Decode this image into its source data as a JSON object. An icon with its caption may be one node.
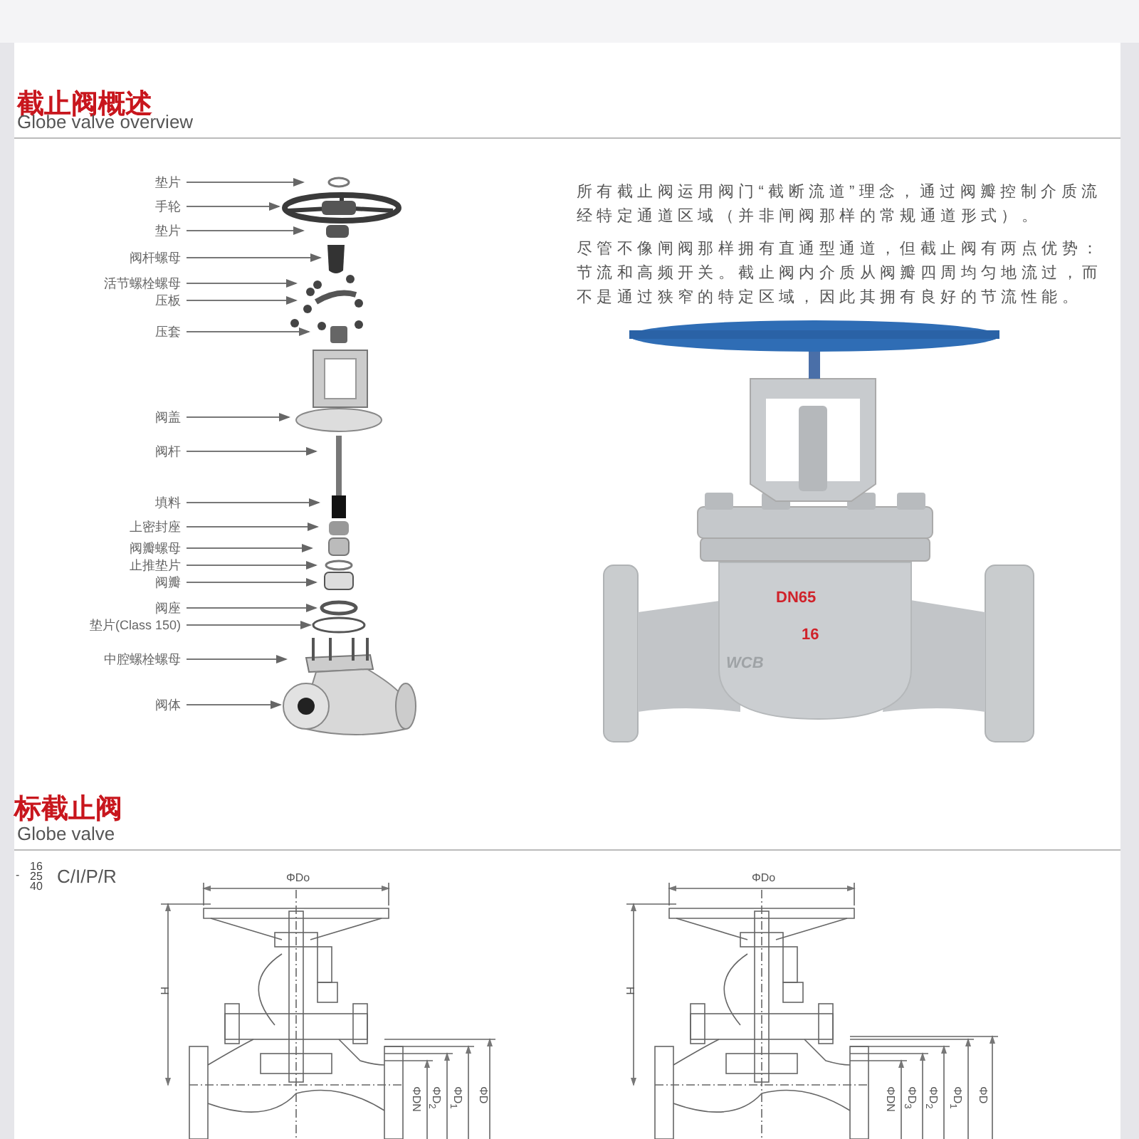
{
  "diagram": {
    "nodes": [
      {
        "text": [
          "垫片"
        ]
      },
      {
        "text": [
          "手轮"
        ]
      },
      {
        "text": [
          "垫片"
        ]
      },
      {
        "text": [
          "阀杆螺母"
        ]
      },
      {
        "text": [
          "活节螺栓螺母"
        ]
      },
      {
        "text": [
          "压板"
        ]
      },
      {
        "text": [
          "压套"
        ]
      },
      {
        "text": [
          "阀盖"
        ]
      },
      {
        "text": [
          "阀杆"
        ]
      },
      {
        "text": [
          "填料"
        ]
      },
      {
        "text": [
          "上密封座"
        ]
      },
      {
        "text": [
          "阀瓣螺母"
        ]
      },
      {
        "text": [
          "止推垫片"
        ]
      },
      {
        "text": [
          "阀瓣"
        ]
      },
      {
        "text": [
          "阀座"
        ]
      },
      {
        "text": [
          "垫片(Class 150)"
        ]
      },
      {
        "text": [
          "中腔螺栓螺母"
        ]
      },
      {
        "text": [
          "阀体"
        ]
      },
      {
        "text": [],
        "shape": "picture"
      }
    ],
    "edges": [
      {
        "from": 0,
        "to": 18,
        "arrow": "to"
      },
      {
        "from": 1,
        "to": 18,
        "arrow": "to"
      },
      {
        "from": 2,
        "to": 18,
        "arrow": "to"
      },
      {
        "from": 3,
        "to": 18,
        "arrow": "to"
      },
      {
        "from": 4,
        "to": 18,
        "arrow": "to"
      },
      {
        "from": 5,
        "to": 18,
        "arrow": "to"
      },
      {
        "from": 6,
        "to": 18,
        "arrow": "to"
      },
      {
        "from": 7,
        "to": 18,
        "arrow": "to"
      },
      {
        "from": 8,
        "to": 18,
        "arrow": "to"
      },
      {
        "from": 9,
        "to": 18,
        "arrow": "to"
      },
      {
        "from": 10,
        "to": 18,
        "arrow": "to"
      },
      {
        "from": 11,
        "to": 18,
        "arrow": "to"
      },
      {
        "from": 12,
        "to": 18,
        "arrow": "to"
      },
      {
        "from": 13,
        "to": 18,
        "arrow": "to"
      },
      {
        "from": 14,
        "to": 18,
        "arrow": "to"
      },
      {
        "from": 15,
        "to": 18,
        "arrow": "to"
      },
      {
        "from": 16,
        "to": 18,
        "arrow": "to"
      },
      {
        "from": 17,
        "to": 18,
        "arrow": "to"
      }
    ],
    "labels": [
      "截止阀概述",
      "Globe valve overview",
      "所有截止阀运用阀门“截断流道”理念，通过阀瓣控制介质流经特定通道区域（并非闸阀那样的常规通道形式）。",
      "尽管不像闸阀那样拥有直通型通道，但截止阀有两点优势：节流和高频开关。截止阀内介质从阀瓣四周均匀地流过，而不是通过狭窄的特定区域，因此其拥有良好的节流性能。",
      "DN65",
      "16",
      "WCB",
      "标截止阀",
      "Globe valve",
      "16",
      "-",
      "25",
      "C/I/P/R",
      "40",
      "ΦDo",
      "H",
      "ΦDN",
      "ΦD$_{2}$",
      "ΦD$_{1}$",
      "ΦD",
      "ΦDo",
      "H",
      "ΦDN",
      "ΦD$_{3}$",
      "ΦD$_{2}$",
      "ΦD$_{1}$",
      "ΦD"
    ]
  }
}
